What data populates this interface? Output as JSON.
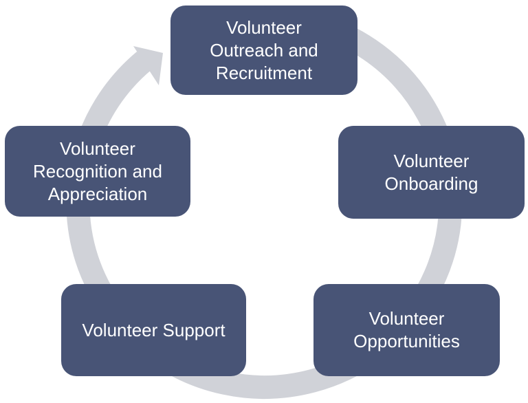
{
  "diagram": {
    "kind": "cycle",
    "direction": "clockwise",
    "nodes": [
      {
        "id": "outreach",
        "position": "top",
        "lines": [
          "Volunteer",
          "Outreach and",
          "Recruitment"
        ]
      },
      {
        "id": "onboarding",
        "position": "right",
        "lines": [
          "Volunteer",
          "Onboarding"
        ]
      },
      {
        "id": "opportunities",
        "position": "bottom-right",
        "lines": [
          "Volunteer",
          "Opportunities"
        ]
      },
      {
        "id": "support",
        "position": "bottom-left",
        "lines": [
          "Volunteer Support"
        ]
      },
      {
        "id": "recognition",
        "position": "left",
        "lines": [
          "Volunteer",
          "Recognition and",
          "Appreciation"
        ]
      }
    ],
    "colors": {
      "node_fill": "#485476",
      "node_text": "#FFFFFF",
      "ring": "#D0D2D8",
      "background": "#FFFFFF"
    }
  }
}
